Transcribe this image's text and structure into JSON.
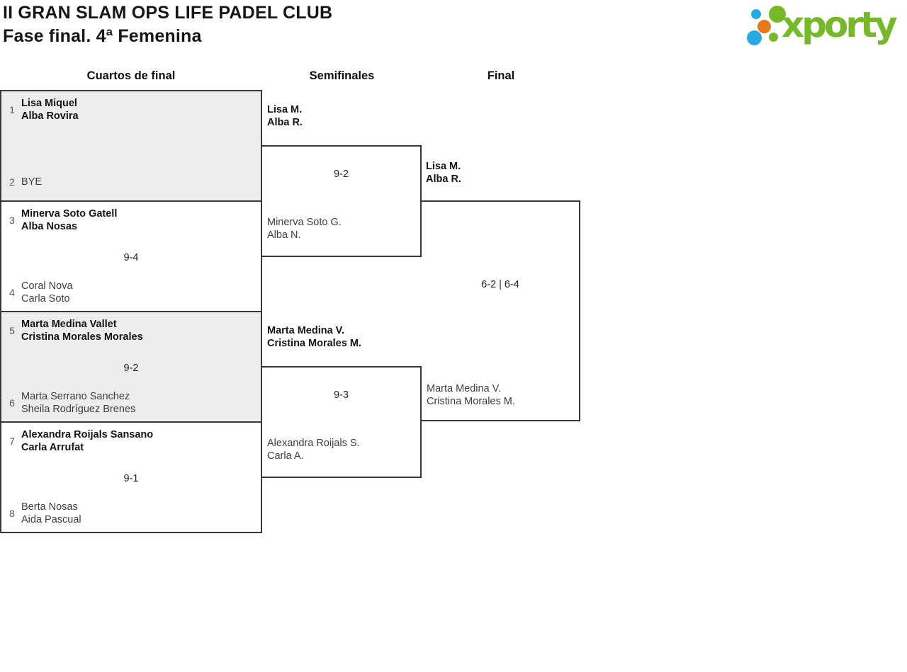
{
  "header": {
    "title_line1": "II GRAN SLAM OPS LIFE PADEL CLUB",
    "title_line2": "Fase final. 4ª Femenina"
  },
  "logo": {
    "brand": "xporty",
    "colors": {
      "green": "#76b82a",
      "blue": "#29a9e1",
      "orange": "#e8761b"
    }
  },
  "round_headers": [
    "Cuartos de final",
    "Semifinales",
    "Final"
  ],
  "quarterfinals": [
    {
      "seed_top": "1",
      "team_top": [
        "Lisa Miquel",
        "Alba Rovira"
      ],
      "score": "",
      "seed_bottom": "2",
      "team_bottom": [
        "BYE"
      ]
    },
    {
      "seed_top": "3",
      "team_top": [
        "Minerva Soto Gatell",
        "Alba Nosas"
      ],
      "score": "9-4",
      "seed_bottom": "4",
      "team_bottom": [
        "Coral Nova",
        "Carla Soto"
      ]
    },
    {
      "seed_top": "5",
      "team_top": [
        "Marta Medina Vallet",
        "Cristina Morales Morales"
      ],
      "score": "9-2",
      "seed_bottom": "6",
      "team_bottom": [
        "Marta Serrano Sanchez",
        "Sheila Rodríguez Brenes"
      ]
    },
    {
      "seed_top": "7",
      "team_top": [
        "Alexandra Roijals Sansano",
        "Carla Arrufat"
      ],
      "score": "9-1",
      "seed_bottom": "8",
      "team_bottom": [
        "Berta Nosas",
        "Aida Pascual"
      ]
    }
  ],
  "semifinals": [
    {
      "winner": [
        "Lisa M.",
        "Alba R."
      ],
      "score": "9-2",
      "loser": [
        "Minerva Soto G.",
        "Alba N."
      ]
    },
    {
      "winner": [
        "Marta Medina V.",
        "Cristina Morales M."
      ],
      "score": "9-3",
      "loser": [
        "Alexandra Roijals S.",
        "Carla A."
      ]
    }
  ],
  "final": {
    "winner": [
      "Lisa M.",
      "Alba R."
    ],
    "score": "6-2 | 6-4",
    "loser": [
      "Marta Medina V.",
      "Cristina Morales M."
    ]
  }
}
